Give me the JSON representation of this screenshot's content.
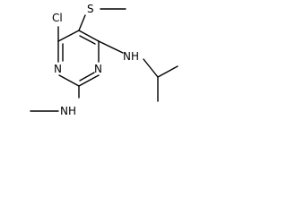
{
  "atoms": {
    "cl": "Cl",
    "s": "S",
    "n_ring_left": "N",
    "n_ring_right": "N",
    "nh_amine": "NH",
    "nh_methylamine": "NH"
  }
}
